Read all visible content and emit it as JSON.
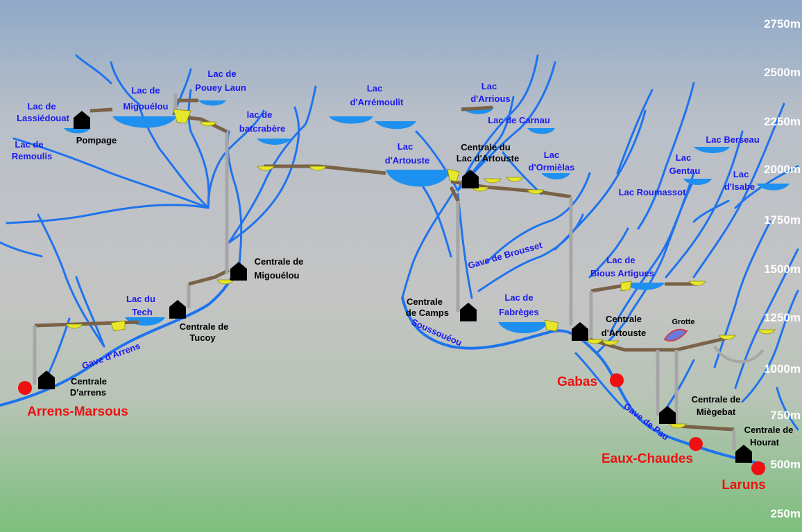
{
  "altitudes": [
    "2750m",
    "2500m",
    "2250m",
    "2000m",
    "1750m",
    "1500m",
    "1250m",
    "1000m",
    "750m",
    "500m",
    "250m"
  ],
  "lakes": {
    "lassiedouat": [
      "Lac de",
      "Lassiédouat"
    ],
    "remoulis": [
      "Lac de",
      "Remoulis"
    ],
    "migouelou": [
      "Lac de",
      "Migouélou"
    ],
    "pouey_laun": [
      "Lac de",
      "Pouey Laun"
    ],
    "batcrabere": [
      "lac de",
      "batcrabère"
    ],
    "arremoulit": [
      "Lac",
      "d'Arrémoulit"
    ],
    "artouste": [
      "Lac",
      "d'Artouste"
    ],
    "arrious": [
      "Lac",
      "d'Arrious"
    ],
    "carnau": [
      "Lac de Carnau"
    ],
    "ormielas": [
      "Lac",
      "d'Ormièlas"
    ],
    "roumassot": [
      "Lac Roumassot"
    ],
    "gentau": [
      "Lac",
      "Gentau"
    ],
    "berseau": [
      "Lac Berseau"
    ],
    "isabe": [
      "Lac",
      "d'Isabe"
    ],
    "bious_artigues": [
      "Lac de",
      "Bious Artigues"
    ],
    "fabreges": [
      "Lac de",
      "Fabrèges"
    ],
    "tech": [
      "Lac du",
      "Tech"
    ]
  },
  "plants": {
    "pompage": [
      "Pompage"
    ],
    "migouelou": [
      "Centrale de",
      "Migouélou"
    ],
    "tucoy": [
      "Centrale de",
      "Tucoy"
    ],
    "arrens": [
      "Centrale",
      "D'arrens"
    ],
    "lac_artouste": [
      "Centrale du",
      "Lac d'Artouste"
    ],
    "camps": [
      "Centrale",
      "de Camps"
    ],
    "artouste": [
      "Centrale",
      "d'Artouste"
    ],
    "grotte": [
      "Grotte"
    ],
    "miegebat": [
      "Centrale de",
      "Miègebat"
    ],
    "hourat": [
      "Centrale de",
      "Hourat"
    ]
  },
  "towns": {
    "arrens": "Arrens-Marsous",
    "gabas": "Gabas",
    "eaux_chaudes": "Eaux-Chaudes",
    "laruns": "Laruns"
  },
  "rivers": {
    "arrens": "Gave d'Arrens",
    "brousset": "Gave de Brousset",
    "soussoueou": "Soussouéou",
    "pau": "Gave de Pau"
  },
  "colors": {
    "sky_top": "#8fa9c8",
    "sky_mid": "#c4c4c4",
    "ground": "#7cbf7c",
    "river": "#1e73ee",
    "lake": "#1e90f0",
    "lake_label": "#1a1aee",
    "town": "#ee1010",
    "dam": "#e6e62a",
    "penstock": "#a6a6a6",
    "pipe": "#7a6248"
  }
}
